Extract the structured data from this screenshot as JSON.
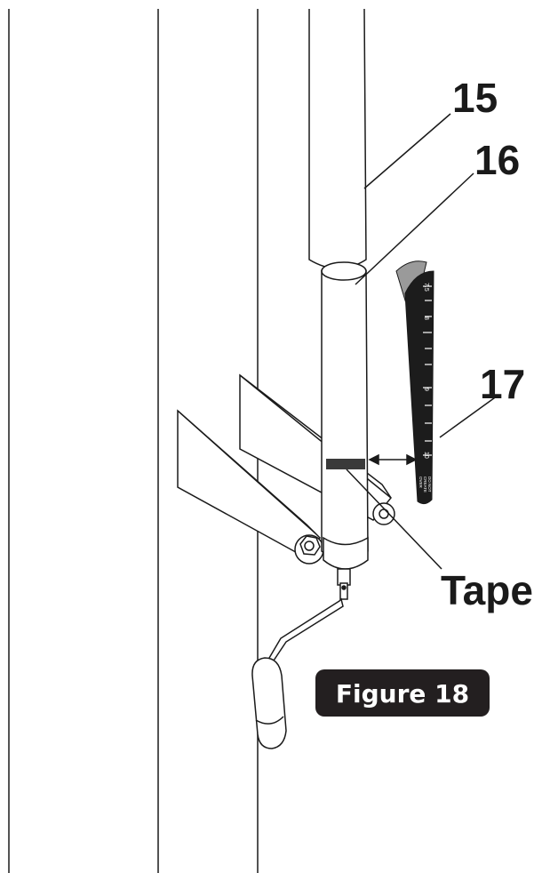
{
  "callouts": {
    "c15": "15",
    "c16": "16",
    "c17": "17",
    "tape": "Tape"
  },
  "figure_label": "Figure 18",
  "scale": {
    "numbers": [
      "7.5",
      "8",
      "9",
      "10"
    ],
    "note_lines": [
      "DO NOT",
      "CREATE",
      "OVER"
    ]
  },
  "colors": {
    "ink": "#1a1a1a",
    "badge": "#231f20",
    "tape_strip": "#3a3a3a",
    "scale_body": "#1c1c1c",
    "scale_curl": "#9a9a9a"
  }
}
